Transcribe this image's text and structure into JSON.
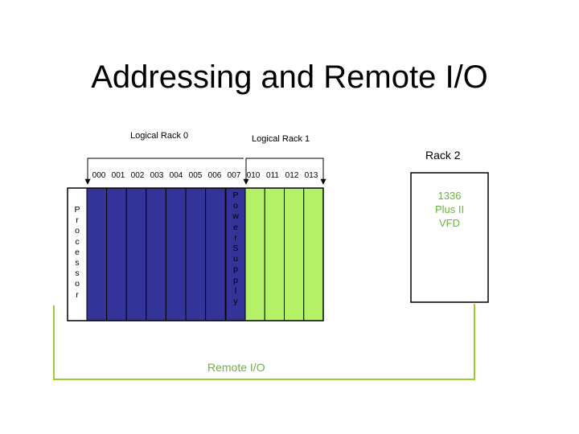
{
  "title": "Addressing and Remote I/O",
  "logical_racks": {
    "rack0_label": "Logical Rack 0",
    "rack1_label": "Logical Rack 1"
  },
  "rack2": {
    "label": "Rack 2",
    "drive_lines": [
      "1336",
      "Plus II",
      "VFD"
    ]
  },
  "slots": [
    "000",
    "001",
    "002",
    "003",
    "004",
    "005",
    "006",
    "007",
    "010",
    "011",
    "012",
    "013"
  ],
  "processor_label": "Processor",
  "power_supply_label": "PowerSupply",
  "remote_io_label": "Remote I/O",
  "colors": {
    "rack0_modules": "#333399",
    "rack1_modules": "#b3f266",
    "remote_link": "#9acd32",
    "drive_text": "#6db33f"
  }
}
